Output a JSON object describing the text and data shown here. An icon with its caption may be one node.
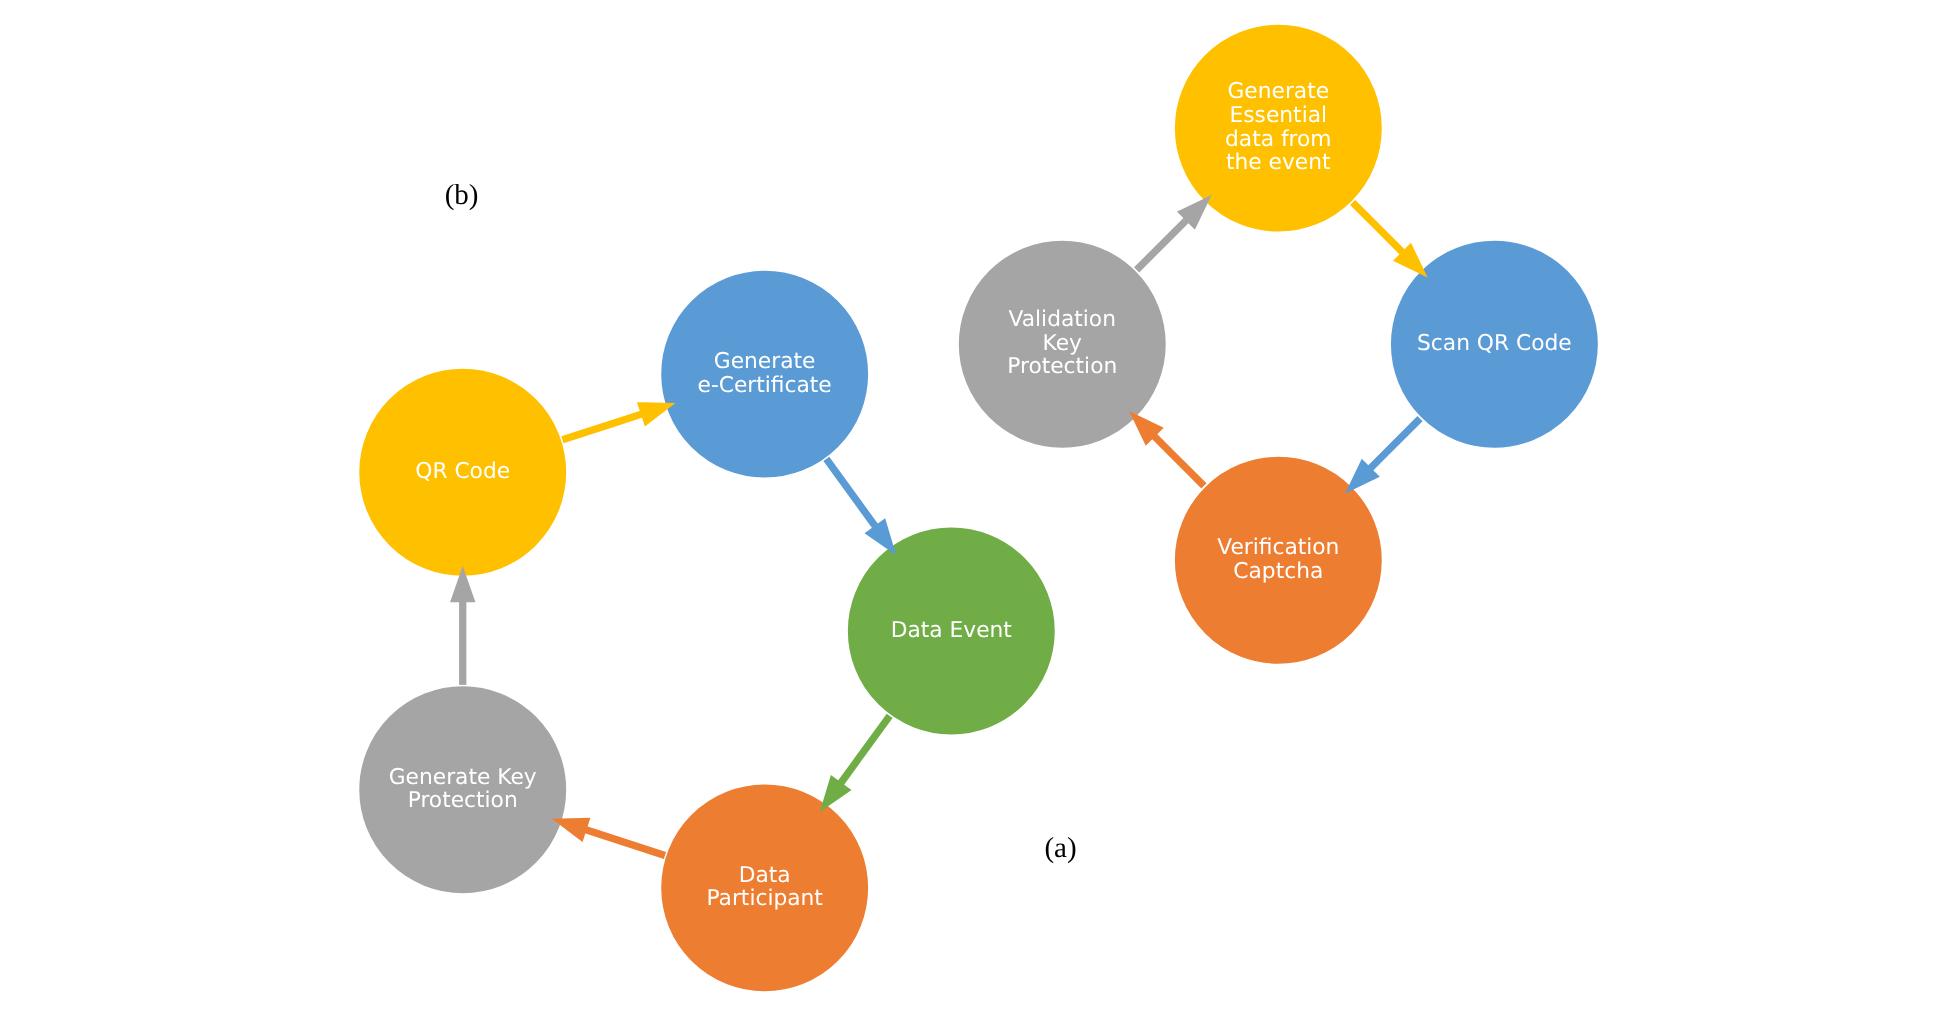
{
  "diagram": {
    "nodes": [
      {
        "text": [
          "Data Participant"
        ]
      },
      {
        "text": [
          "Generate Key Protection"
        ]
      },
      {
        "text": [
          "QR Code"
        ]
      },
      {
        "text": [
          "Generate e-Certificate"
        ]
      },
      {
        "text": [
          "Data Event"
        ]
      },
      {
        "text": [
          "Verification Captcha"
        ]
      },
      {
        "text": [
          "Validation Key Protection"
        ]
      },
      {
        "text": [
          "Generate Essential data from the event"
        ]
      },
      {
        "text": [
          "Scan QR Code"
        ]
      }
    ],
    "edges": [
      {
        "from": 0,
        "to": 1,
        "arrow": "to",
        "color": "#ed7d31"
      },
      {
        "from": 1,
        "to": 2,
        "arrow": "to",
        "color": "#a5a5a5"
      },
      {
        "from": 2,
        "to": 3,
        "arrow": "to",
        "color": "#ffc000"
      },
      {
        "from": 3,
        "to": 4,
        "arrow": "to",
        "color": "#5b9bd5"
      },
      {
        "from": 4,
        "to": 0,
        "arrow": "to",
        "color": "#70ad47"
      },
      {
        "from": 5,
        "to": 6,
        "arrow": "to",
        "color": "#ed7d31"
      },
      {
        "from": 6,
        "to": 7,
        "arrow": "to",
        "color": "#a5a5a5"
      },
      {
        "from": 7,
        "to": 8,
        "arrow": "to",
        "color": "#ffc000"
      },
      {
        "from": 8,
        "to": 5,
        "arrow": "to",
        "color": "#5b9bd5"
      }
    ],
    "labels": [
      "(a)",
      "(b)"
    ]
  }
}
